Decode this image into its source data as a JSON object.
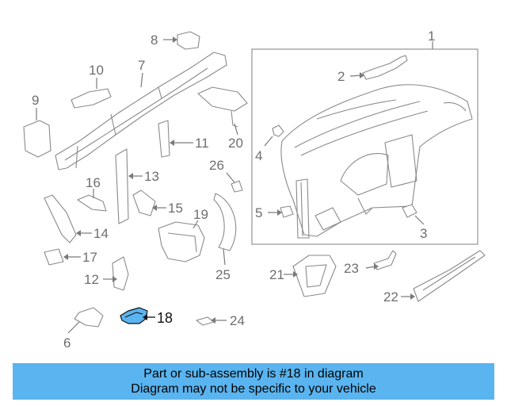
{
  "diagram": {
    "callouts": [
      "1",
      "2",
      "3",
      "4",
      "5",
      "6",
      "7",
      "8",
      "9",
      "10",
      "11",
      "12",
      "13",
      "14",
      "15",
      "16",
      "17",
      "18",
      "19",
      "20",
      "21",
      "22",
      "23",
      "24",
      "25",
      "26"
    ],
    "highlighted_callout": "18",
    "highlight_color": "#5ab4ef"
  },
  "banner": {
    "line1": "Part or sub-assembly is #18 in diagram",
    "line2": "Diagram may not be specific to your vehicle",
    "background": "#5ab4ef"
  }
}
